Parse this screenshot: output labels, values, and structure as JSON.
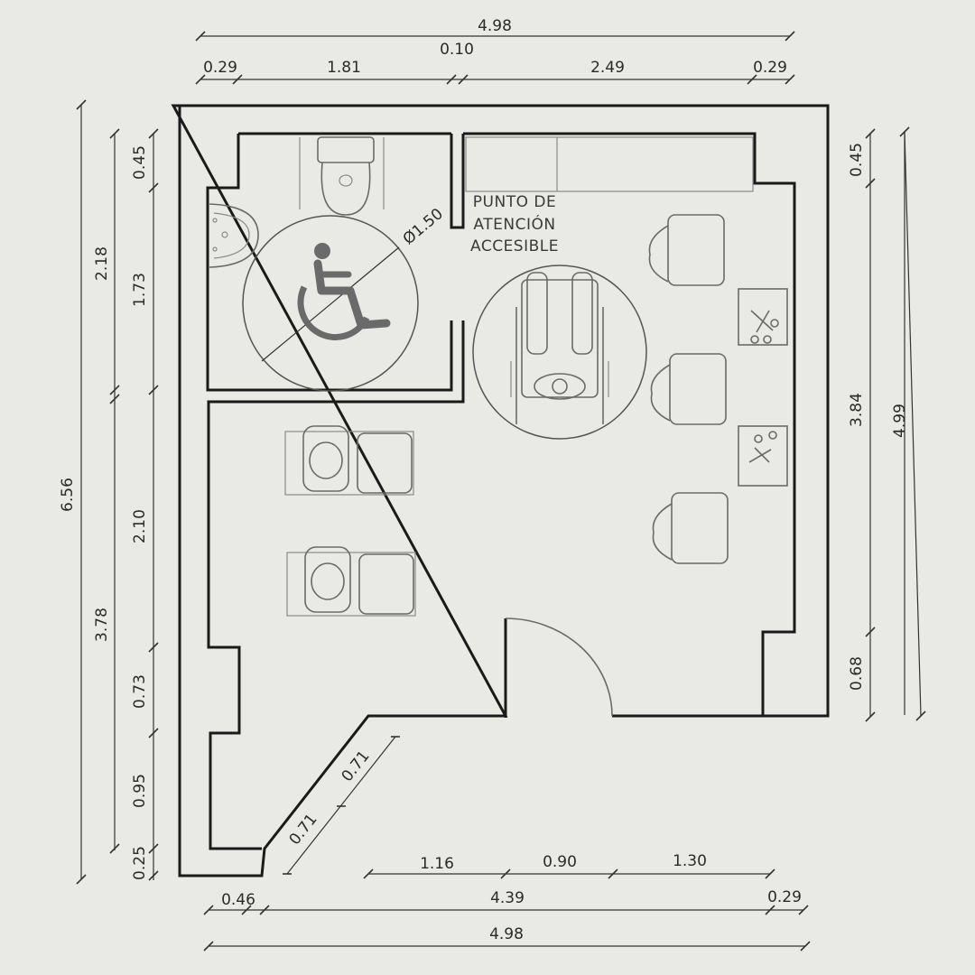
{
  "plan": {
    "room_label": [
      "PUNTO DE",
      "ATENCIÓN",
      "ACCESIBLE"
    ],
    "turning_circle_label": "Ø1.50",
    "icons": [
      "wheelchair-accessibility-icon",
      "scissors-icon"
    ],
    "dimensions": {
      "top_total": "4.98",
      "top_gap": "0.10",
      "top_left_wall": "0.29",
      "top_bathroom": "1.81",
      "top_salon": "2.49",
      "top_right_wall": "0.29",
      "left_total": "6.56",
      "left_upper": "2.18",
      "left_lower": "3.78",
      "left_seg_045": "0.45",
      "left_seg_173": "1.73",
      "left_seg_210": "2.10",
      "left_seg_073": "0.73",
      "left_seg_095": "0.95",
      "left_seg_025": "0.25",
      "right_total": "4.99",
      "right_seg_045": "0.45",
      "right_seg_384": "3.84",
      "right_seg_068": "0.68",
      "diag_a": "0.71",
      "diag_b": "0.71",
      "bottom_seg_116": "1.16",
      "bottom_seg_090": "0.90",
      "bottom_seg_130": "1.30",
      "bottom_left_wall": "0.46",
      "bottom_middle": "4.39",
      "bottom_right_wall": "0.29",
      "bottom_total": "4.98"
    }
  }
}
